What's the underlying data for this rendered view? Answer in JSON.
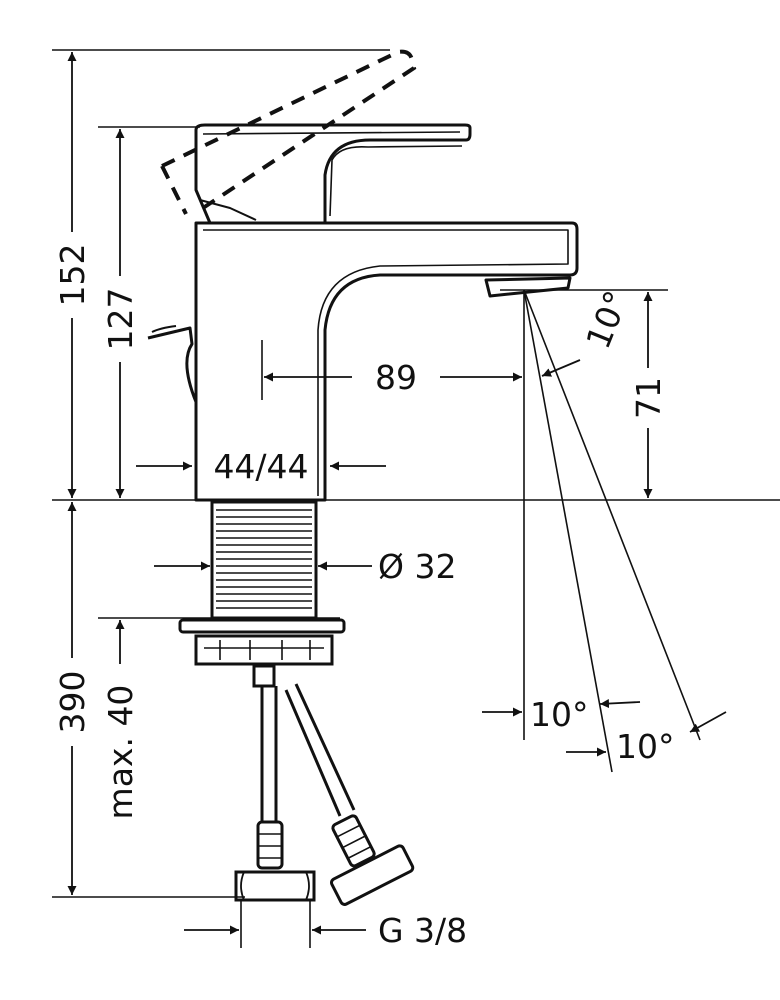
{
  "diagram": {
    "colors": {
      "ink": "#111111",
      "paper": "#ffffff"
    },
    "labels": {
      "total_height": "152",
      "spout_height_to_lever": "127",
      "spout_reach": "89",
      "spout_clearance": "71",
      "spout_angle": "10°",
      "body_section": "44/44",
      "shank_diameter": "Ø 32",
      "hose_length": "390",
      "max_deck_thickness": "max. 40",
      "connection_thread": "G 3/8",
      "spray_angle_left": "10°",
      "spray_angle_right": "10°"
    }
  }
}
